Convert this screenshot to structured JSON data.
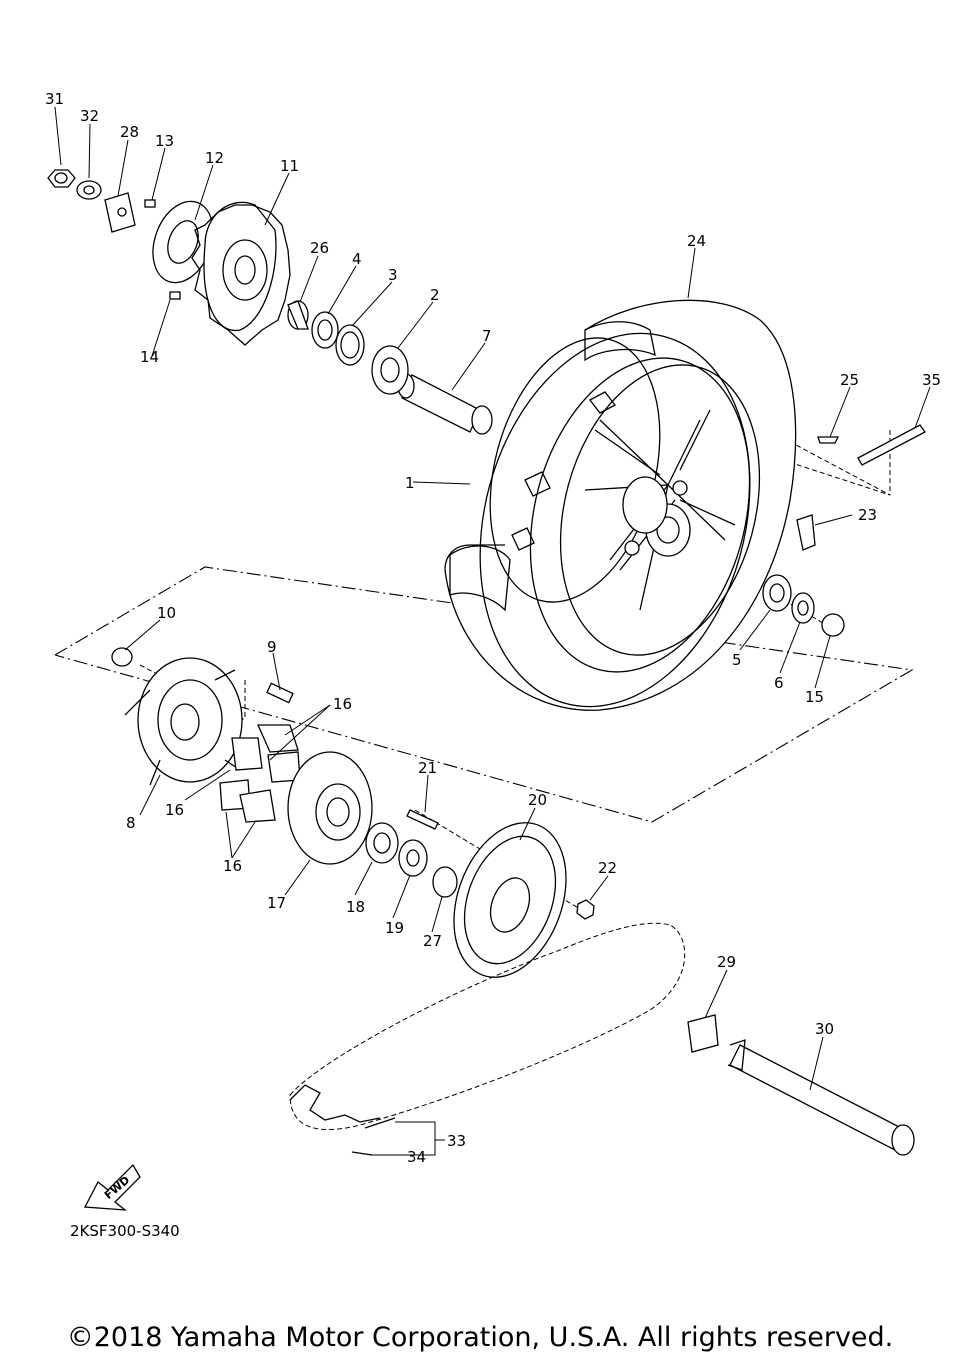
{
  "diagram_code": "2KSF300-S340",
  "fwd_label": "FWD",
  "copyright": "©2018 Yamaha Motor Corporation, U.S.A. All rights reserved.",
  "part_numbers": [
    "1",
    "2",
    "3",
    "4",
    "5",
    "6",
    "7",
    "8",
    "9",
    "10",
    "11",
    "12",
    "13",
    "14",
    "15",
    "16",
    "16",
    "16",
    "17",
    "18",
    "19",
    "20",
    "21",
    "22",
    "23",
    "24",
    "25",
    "26",
    "27",
    "28",
    "29",
    "30",
    "31",
    "32",
    "33",
    "34",
    "35"
  ]
}
